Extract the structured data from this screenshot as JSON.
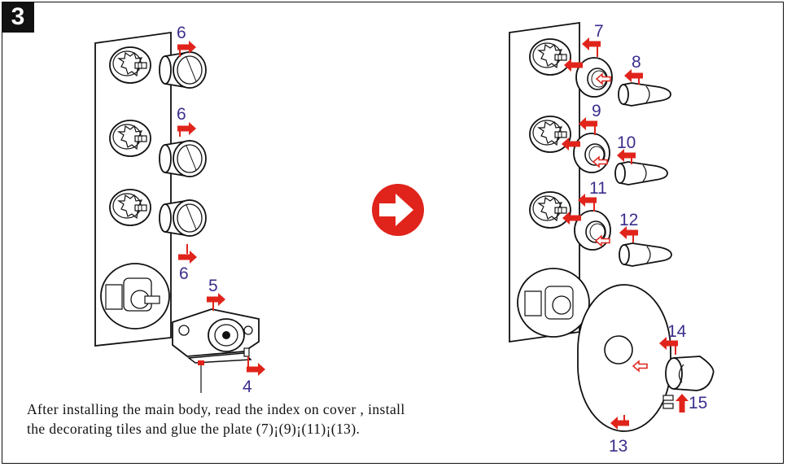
{
  "step_number": "3",
  "caption": {
    "line1": "After installing the main body, read the index on cover , install",
    "line2": "the decorating tiles and glue the plate (7)¡(9)¡(11)¡(13)."
  },
  "part_labels": {
    "p6a": "6",
    "p6b": "6",
    "p6c": "6",
    "p5": "5",
    "p4": "4",
    "p7": "7",
    "p8": "8",
    "p9": "9",
    "p10": "10",
    "p11": "11",
    "p12": "12",
    "p13": "13",
    "p14": "14",
    "p15": "15"
  },
  "colors": {
    "arrow": "#e0241b",
    "label": "#3a2e8c",
    "line": "#111111"
  }
}
